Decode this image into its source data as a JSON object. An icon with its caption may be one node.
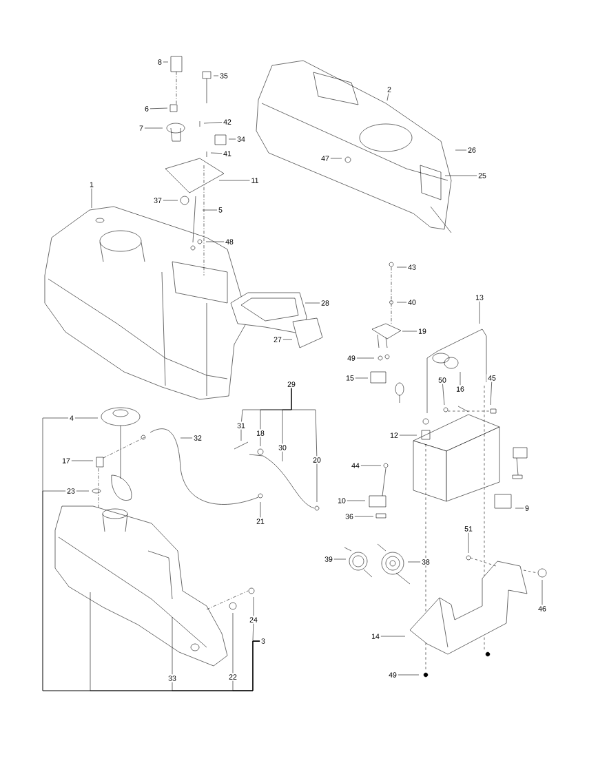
{
  "diagram": {
    "nodes": [
      {
        "text": [
          "8"
        ]
      },
      {
        "text": [
          "35"
        ]
      },
      {
        "text": [
          "6"
        ]
      },
      {
        "text": [
          "7"
        ]
      },
      {
        "text": [
          "42"
        ]
      },
      {
        "text": [
          "34"
        ]
      },
      {
        "text": [
          "41"
        ]
      },
      {
        "text": [
          "11"
        ]
      },
      {
        "text": [
          "37"
        ]
      },
      {
        "text": [
          "5"
        ]
      },
      {
        "text": [
          "48"
        ]
      },
      {
        "text": [
          "1"
        ]
      },
      {
        "text": [
          "2"
        ]
      },
      {
        "text": [
          "26"
        ]
      },
      {
        "text": [
          "25"
        ]
      },
      {
        "text": [
          "47"
        ]
      },
      {
        "text": [
          "28"
        ]
      },
      {
        "text": [
          "27"
        ]
      },
      {
        "text": [
          "43"
        ]
      },
      {
        "text": [
          "40"
        ]
      },
      {
        "text": [
          "13"
        ]
      },
      {
        "text": [
          "19"
        ]
      },
      {
        "text": [
          "49"
        ]
      },
      {
        "text": [
          "15"
        ]
      },
      {
        "text": [
          "16"
        ]
      },
      {
        "text": [
          "50"
        ]
      },
      {
        "text": [
          "45"
        ]
      },
      {
        "text": [
          "12"
        ]
      },
      {
        "text": [
          "44"
        ]
      },
      {
        "text": [
          "10"
        ]
      },
      {
        "text": [
          "36"
        ]
      },
      {
        "text": [
          "9"
        ]
      },
      {
        "text": [
          "39"
        ]
      },
      {
        "text": [
          "38"
        ]
      },
      {
        "text": [
          "51"
        ]
      },
      {
        "text": [
          "46"
        ]
      },
      {
        "text": [
          "14"
        ]
      },
      {
        "text": [
          "49"
        ]
      },
      {
        "text": [
          "4"
        ]
      },
      {
        "text": [
          "17"
        ]
      },
      {
        "text": [
          "32"
        ]
      },
      {
        "text": [
          "23"
        ]
      },
      {
        "text": [
          "31"
        ]
      },
      {
        "text": [
          "18"
        ]
      },
      {
        "text": [
          "30"
        ]
      },
      {
        "text": [
          "20"
        ]
      },
      {
        "text": [
          "21"
        ]
      },
      {
        "text": [
          "24"
        ]
      },
      {
        "text": [
          "33"
        ]
      },
      {
        "text": [
          "22"
        ]
      },
      {
        "text": [
          "29"
        ]
      },
      {
        "text": [
          "3"
        ]
      }
    ],
    "edges": [
      {
        "from": 0,
        "to": null,
        "arrow": "none"
      },
      {
        "from": 1,
        "to": null,
        "arrow": "none"
      },
      {
        "from": 2,
        "to": null,
        "arrow": "none"
      },
      {
        "from": 3,
        "to": null,
        "arrow": "none"
      },
      {
        "from": 4,
        "to": null,
        "arrow": "none"
      },
      {
        "from": 5,
        "to": null,
        "arrow": "none"
      },
      {
        "from": 6,
        "to": null,
        "arrow": "none"
      },
      {
        "from": 7,
        "to": null,
        "arrow": "none"
      },
      {
        "from": 8,
        "to": null,
        "arrow": "none"
      },
      {
        "from": 9,
        "to": null,
        "arrow": "none"
      },
      {
        "from": 10,
        "to": null,
        "arrow": "none"
      },
      {
        "from": 11,
        "to": null,
        "arrow": "none"
      },
      {
        "from": 12,
        "to": null,
        "arrow": "none"
      },
      {
        "from": 13,
        "to": null,
        "arrow": "none"
      },
      {
        "from": 14,
        "to": null,
        "arrow": "none"
      },
      {
        "from": 15,
        "to": null,
        "arrow": "none"
      },
      {
        "from": 16,
        "to": null,
        "arrow": "none"
      },
      {
        "from": 17,
        "to": null,
        "arrow": "none"
      },
      {
        "from": 18,
        "to": null,
        "arrow": "none"
      },
      {
        "from": 19,
        "to": null,
        "arrow": "none"
      },
      {
        "from": 20,
        "to": null,
        "arrow": "none"
      },
      {
        "from": 21,
        "to": null,
        "arrow": "none"
      },
      {
        "from": 22,
        "to": null,
        "arrow": "none"
      },
      {
        "from": 23,
        "to": null,
        "arrow": "none"
      },
      {
        "from": 24,
        "to": null,
        "arrow": "none"
      },
      {
        "from": 25,
        "to": null,
        "arrow": "none"
      },
      {
        "from": 26,
        "to": null,
        "arrow": "none"
      },
      {
        "from": 27,
        "to": null,
        "arrow": "none"
      },
      {
        "from": 28,
        "to": null,
        "arrow": "none"
      },
      {
        "from": 29,
        "to": null,
        "arrow": "none"
      },
      {
        "from": 30,
        "to": null,
        "arrow": "none"
      },
      {
        "from": 31,
        "to": null,
        "arrow": "none"
      },
      {
        "from": 32,
        "to": null,
        "arrow": "none"
      },
      {
        "from": 33,
        "to": null,
        "arrow": "none"
      },
      {
        "from": 34,
        "to": null,
        "arrow": "none"
      },
      {
        "from": 35,
        "to": null,
        "arrow": "none"
      },
      {
        "from": 36,
        "to": null,
        "arrow": "none"
      },
      {
        "from": 37,
        "to": null,
        "arrow": "none"
      },
      {
        "from": 38,
        "to": null,
        "arrow": "none"
      },
      {
        "from": 39,
        "to": null,
        "arrow": "none"
      },
      {
        "from": 40,
        "to": null,
        "arrow": "none"
      },
      {
        "from": 41,
        "to": null,
        "arrow": "none"
      },
      {
        "from": 42,
        "to": null,
        "arrow": "none"
      },
      {
        "from": 43,
        "to": null,
        "arrow": "none"
      },
      {
        "from": 44,
        "to": null,
        "arrow": "none"
      },
      {
        "from": 45,
        "to": null,
        "arrow": "none"
      },
      {
        "from": 46,
        "to": null,
        "arrow": "none"
      },
      {
        "from": 47,
        "to": null,
        "arrow": "none"
      },
      {
        "from": 48,
        "to": null,
        "arrow": "none"
      },
      {
        "from": 49,
        "to": null,
        "arrow": "none"
      },
      {
        "from": 51,
        "to": 38,
        "arrow": "none"
      },
      {
        "from": 51,
        "to": 41,
        "arrow": "none"
      },
      {
        "from": 51,
        "to": null,
        "arrow": "none"
      },
      {
        "from": 51,
        "to": 48,
        "arrow": "none"
      },
      {
        "from": 51,
        "to": 49,
        "arrow": "none"
      },
      {
        "from": 51,
        "to": 47,
        "arrow": "none"
      },
      {
        "from": 50,
        "to": 42,
        "arrow": "none"
      },
      {
        "from": 50,
        "to": 43,
        "arrow": "none"
      },
      {
        "from": 50,
        "to": 44,
        "arrow": "none"
      },
      {
        "from": 50,
        "to": 45,
        "arrow": "none"
      }
    ]
  }
}
